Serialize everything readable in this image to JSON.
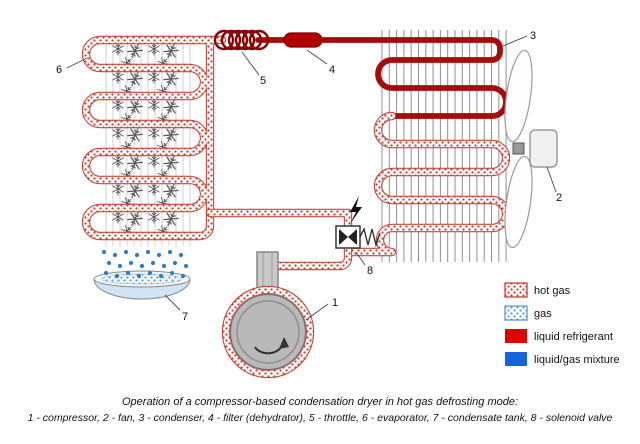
{
  "diagram": {
    "callouts": [
      {
        "number": "1",
        "target": "compressor"
      },
      {
        "number": "2",
        "target": "fan"
      },
      {
        "number": "3",
        "target": "condenser"
      },
      {
        "number": "4",
        "target": "filter-dehydrator"
      },
      {
        "number": "5",
        "target": "throttle"
      },
      {
        "number": "6",
        "target": "evaporator"
      },
      {
        "number": "7",
        "target": "condensate-tank"
      },
      {
        "number": "8",
        "target": "solenoid-valve"
      }
    ]
  },
  "legend": {
    "items": [
      {
        "key": "hot-gas",
        "label": "hot gas"
      },
      {
        "key": "gas",
        "label": "gas"
      },
      {
        "key": "liquid-refrigerant",
        "label": "liquid refrigerant"
      },
      {
        "key": "liquid-gas-mixture",
        "label": "liquid/gas mixture"
      }
    ]
  },
  "caption": {
    "line1": "Operation of a compressor-based condensation dryer in hot gas defrosting mode:",
    "line2": "1 - compressor, 2 - fan, 3 - condenser, 4 - filter (dehydrator), 5 - throttle, 6 - evaporator, 7 - condensate tank, 8 - solenoid valve"
  },
  "colors": {
    "hot_gas_dot": "#d23b2e",
    "gas_dot": "#5b9bd5",
    "liquid_refrigerant": "#e00000",
    "liquid_gas_mixture": "#1565d8",
    "pipe_casing": "#c4473a",
    "dark_red": "#a50d0d"
  }
}
